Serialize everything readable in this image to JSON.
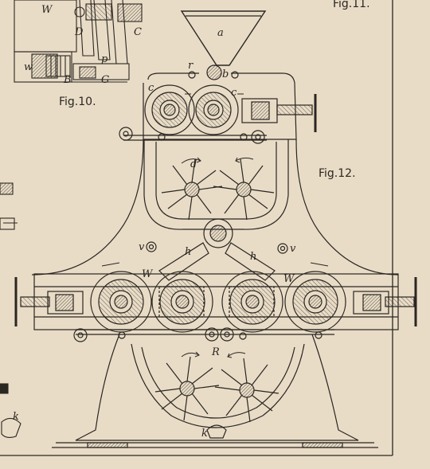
{
  "figures": {
    "fig10": "Fig.10.",
    "fig11": "Fig.11.",
    "fig12": "Fig.12."
  },
  "fig10_labels": {
    "W": "W",
    "D": "D",
    "C": "C",
    "w": "w",
    "B": "B",
    "p": "p",
    "G": "G"
  },
  "fig12_labels": {
    "a": "a",
    "b": "b",
    "r": "r",
    "c_left": "c",
    "c_right": "c",
    "d": "d",
    "v_left": "v",
    "v_right": "v",
    "h_left": "h",
    "h_right": "h",
    "W_left": "W",
    "W_right": "W",
    "R": "R",
    "k_bottom": "k"
  },
  "margin_labels": {
    "k": "k"
  },
  "colors": {
    "paper": "#e9dcc6",
    "ink": "#2a2622",
    "shade": "#b7a990"
  }
}
